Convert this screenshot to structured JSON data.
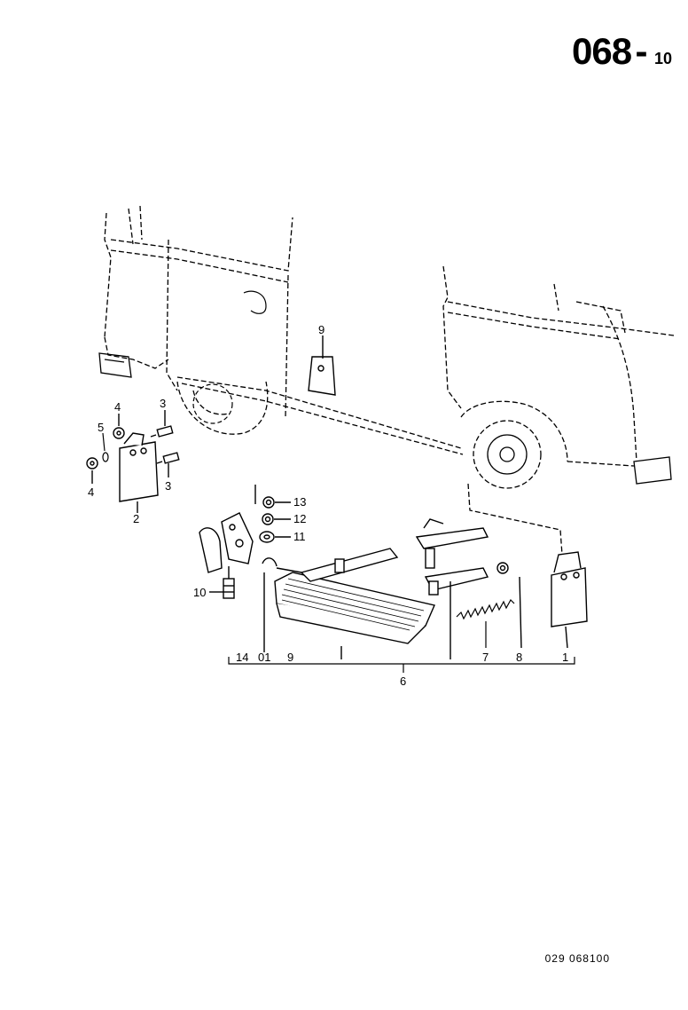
{
  "page_number": {
    "main": "068",
    "separator": "-",
    "sub": "10"
  },
  "callouts": {
    "c1": "1",
    "c2": "2",
    "c3a": "3",
    "c3b": "3",
    "c4a": "4",
    "c4b": "4",
    "c5": "5",
    "c6": "6",
    "c7": "7",
    "c8": "8",
    "c9a": "9",
    "c9b": "9",
    "c10": "10",
    "c11": "11",
    "c12": "12",
    "c13": "13",
    "c14": "14",
    "c01": "01"
  },
  "drawing_reference": "029 068100"
}
